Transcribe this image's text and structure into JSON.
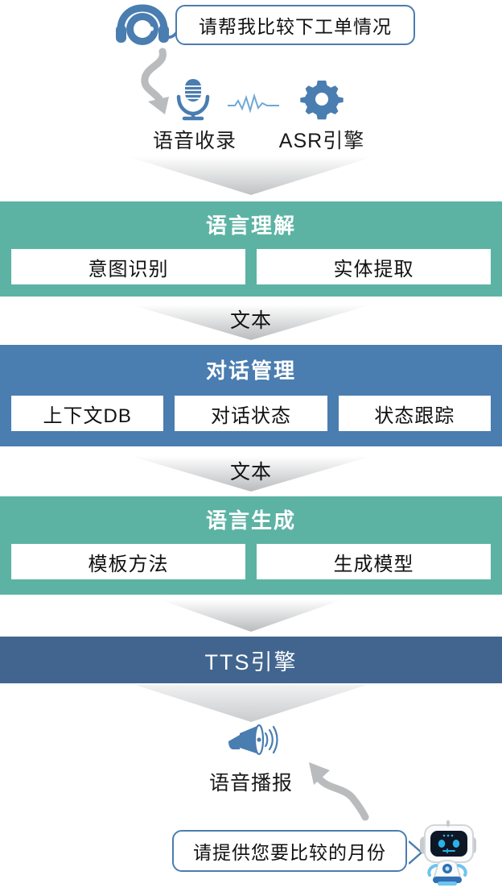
{
  "diagram": {
    "title": "Voice Assistant Pipeline",
    "colors": {
      "teal": "#5CB3A3",
      "blue": "#4A7DB0",
      "dark_blue": "#41658F",
      "connector_gray": "#BFBFBF",
      "bubble_border": "#4A7DB0"
    }
  },
  "top": {
    "headset_icon": "headset-icon",
    "user_bubble_text": "请帮我比较下工单情况",
    "curvy_arrow": "curvy-arrow-down-icon"
  },
  "capture_row": {
    "items": [
      {
        "icon": "microphone-icon",
        "label": "语音收录"
      },
      {
        "icon": "gear-icon",
        "label": "ASR引擎"
      }
    ],
    "waveform_icon": "waveform-icon"
  },
  "connectors": [
    {
      "name": "asr-to-nlu",
      "label": ""
    },
    {
      "name": "nlu-to-dm",
      "label": "文本"
    },
    {
      "name": "dm-to-nlg",
      "label": "文本"
    },
    {
      "name": "nlg-to-tts",
      "label": ""
    },
    {
      "name": "tts-to-output",
      "label": ""
    }
  ],
  "layers": [
    {
      "id": "nlu",
      "title": "语言理解",
      "color": "#5CB3A3",
      "boxes": [
        "意图识别",
        "实体提取"
      ]
    },
    {
      "id": "dm",
      "title": "对话管理",
      "color": "#4A7DB0",
      "boxes": [
        "上下文DB",
        "对话状态",
        "状态跟踪"
      ]
    },
    {
      "id": "nlg",
      "title": "语言生成",
      "color": "#5CB3A3",
      "boxes": [
        "模板方法",
        "生成模型"
      ]
    },
    {
      "id": "tts",
      "title": "TTS引擎",
      "color": "#41658F",
      "boxes": []
    }
  ],
  "output": {
    "megaphone_icon": "megaphone-icon",
    "label": "语音播报",
    "curvy_arrow": "curvy-arrow-up-icon",
    "bot_bubble_text": "请提供您要比较的月份",
    "robot_icon": "robot-icon"
  }
}
